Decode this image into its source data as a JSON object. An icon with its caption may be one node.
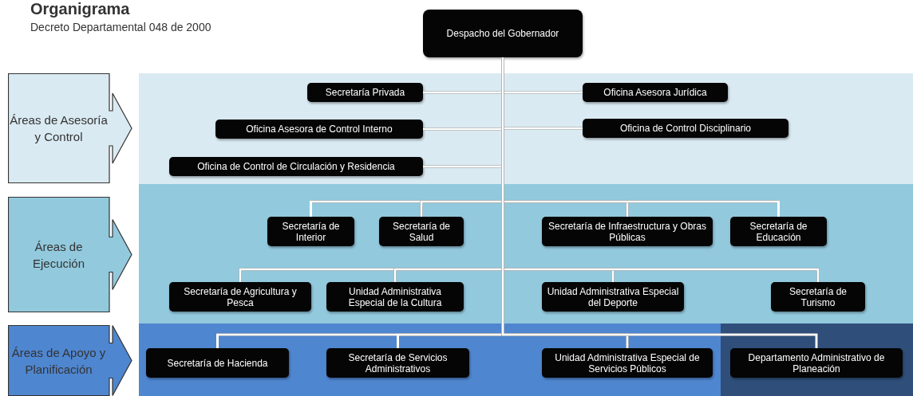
{
  "diagram": {
    "title": "Organigrama",
    "nodes": [
      {
        "text": [
          "Despacho del Gobernador"
        ]
      },
      {
        "text": [
          "Áreas de Asesoría y Control"
        ]
      },
      {
        "text": [],
        "shape": "band"
      },
      {
        "text": [
          "Secretaría Privada"
        ],
        "in": 2
      },
      {
        "text": [
          "Oficina Asesora Jurídica"
        ],
        "in": 2
      },
      {
        "text": [
          "Oficina Asesora de Control Interno"
        ],
        "in": 2
      },
      {
        "text": [
          "Oficina de Control Disciplinario"
        ],
        "in": 2
      },
      {
        "text": [
          "Oficina de Control de Circulación y Residencia"
        ],
        "in": 2
      },
      {
        "text": [
          "Áreas de Ejecución"
        ]
      },
      {
        "text": [],
        "shape": "band"
      },
      {
        "text": [
          "Secretaría de Interior"
        ],
        "in": 9
      },
      {
        "text": [
          "Secretaría de Salud"
        ],
        "in": 9
      },
      {
        "text": [
          "Secretaría de Infraestructura y Obras Públicas"
        ],
        "in": 9
      },
      {
        "text": [
          "Secretaría de Educación"
        ],
        "in": 9
      },
      {
        "text": [
          "Secretaría de Agricultura y Pesca"
        ],
        "in": 9
      },
      {
        "text": [
          "Unidad Administrativa Especial de la Cultura"
        ],
        "in": 9
      },
      {
        "text": [
          "Unidad Administrativa Especial del Deporte"
        ],
        "in": 9
      },
      {
        "text": [
          "Secretaría de Turismo"
        ],
        "in": 9
      },
      {
        "text": [
          "Áreas de Apoyo y Planificación"
        ]
      },
      {
        "text": [],
        "shape": "band"
      },
      {
        "text": [
          "Secretaría de Hacienda"
        ],
        "in": 19
      },
      {
        "text": [
          "Secretaría de Servicios Administrativos"
        ],
        "in": 19
      },
      {
        "text": [
          "Unidad Administrativa Especial de Servicios Públicos"
        ],
        "in": 19
      },
      {
        "text": [
          "Departamento Administrativo de Planeación"
        ],
        "in": 19
      }
    ],
    "edges": [
      {
        "from": 0,
        "to": 3,
        "arrow": "none"
      },
      {
        "from": 0,
        "to": 4,
        "arrow": "none"
      },
      {
        "from": 0,
        "to": 5,
        "arrow": "none"
      },
      {
        "from": 0,
        "to": 6,
        "arrow": "none"
      },
      {
        "from": 0,
        "to": 7,
        "arrow": "none"
      },
      {
        "from": 0,
        "to": 10,
        "arrow": "none"
      },
      {
        "from": 0,
        "to": 11,
        "arrow": "none"
      },
      {
        "from": 0,
        "to": 12,
        "arrow": "none"
      },
      {
        "from": 0,
        "to": 13,
        "arrow": "none"
      },
      {
        "from": 0,
        "to": 14,
        "arrow": "none"
      },
      {
        "from": 0,
        "to": 15,
        "arrow": "none"
      },
      {
        "from": 0,
        "to": 16,
        "arrow": "none"
      },
      {
        "from": 0,
        "to": 17,
        "arrow": "none"
      },
      {
        "from": 0,
        "to": 20,
        "arrow": "none"
      },
      {
        "from": 0,
        "to": 21,
        "arrow": "none"
      },
      {
        "from": 0,
        "to": 22,
        "arrow": "none"
      },
      {
        "from": 0,
        "to": 23,
        "arrow": "none"
      }
    ],
    "labels": [
      "Decreto Departamental 048 de 2000"
    ]
  }
}
